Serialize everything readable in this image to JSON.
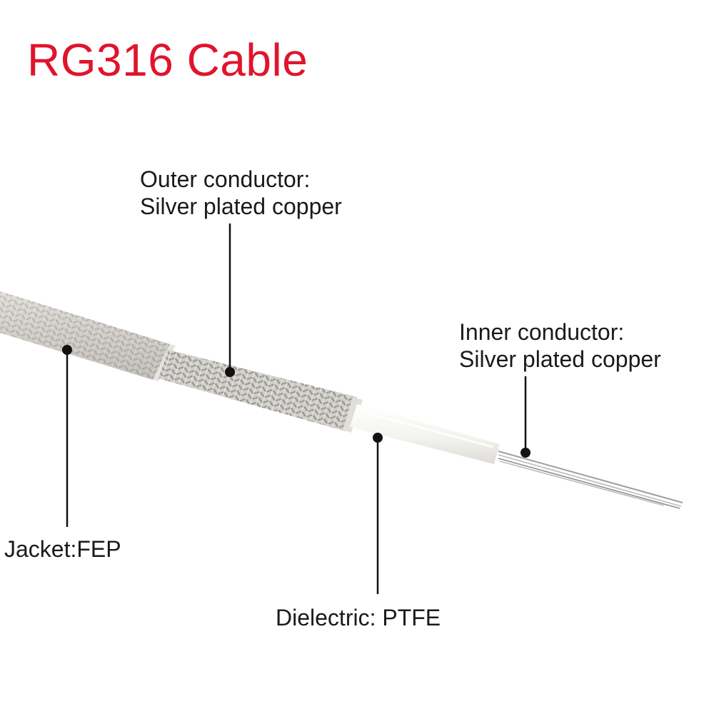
{
  "title": {
    "text": "RG316 Cable",
    "color": "#e0142c"
  },
  "labels": {
    "outer_conductor": {
      "line1": "Outer conductor:",
      "line2": "Silver plated copper"
    },
    "inner_conductor": {
      "line1": "Inner conductor:",
      "line2": "Silver plated copper"
    },
    "jacket": {
      "text": "Jacket:FEP"
    },
    "dielectric": {
      "text": "Dielectric: PTFE"
    }
  },
  "colors": {
    "braid": "#b9b6b1",
    "braid_dark": "#7d7a75",
    "jacket": "#d9d7d3",
    "dielectric": "#f5f5f2",
    "conductor": "#a8a8a8",
    "leader": "#111111"
  }
}
